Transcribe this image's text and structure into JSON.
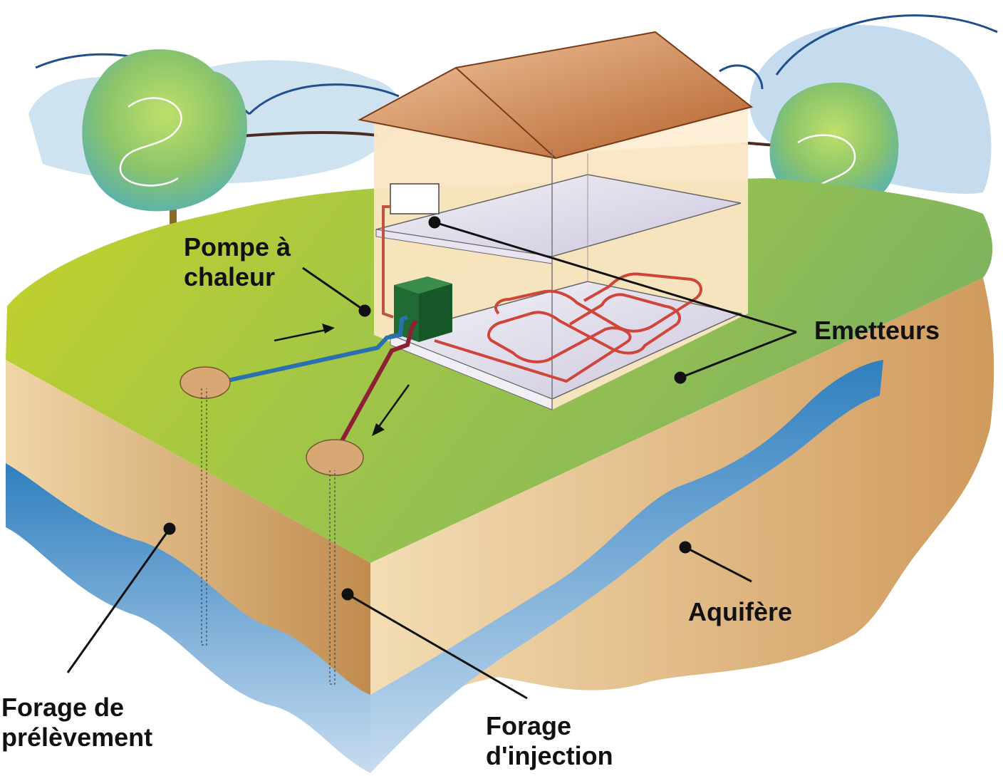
{
  "labels": {
    "pompe_line1": "Pompe à",
    "pompe_line2": "chaleur",
    "emetteurs": "Emetteurs",
    "aquifere": "Aquifère",
    "prelevement_line1": "Forage de",
    "prelevement_line2": "prélèvement",
    "injection_line1": "Forage",
    "injection_line2": "d'injection"
  },
  "colors": {
    "sky": "#cfe3f1",
    "grass_light": "#b7cf2a",
    "grass_dark": "#7fb357",
    "soil": "#d6a96a",
    "water": "#4a8fc7",
    "roof": "#c97a47",
    "wall": "#fbe6c4",
    "pump": "#1f6b33",
    "cold_pipe": "#2a6fb0",
    "hot_pipe": "#8e2033",
    "floor_heating": "#d0443a",
    "callout": "#111111"
  }
}
